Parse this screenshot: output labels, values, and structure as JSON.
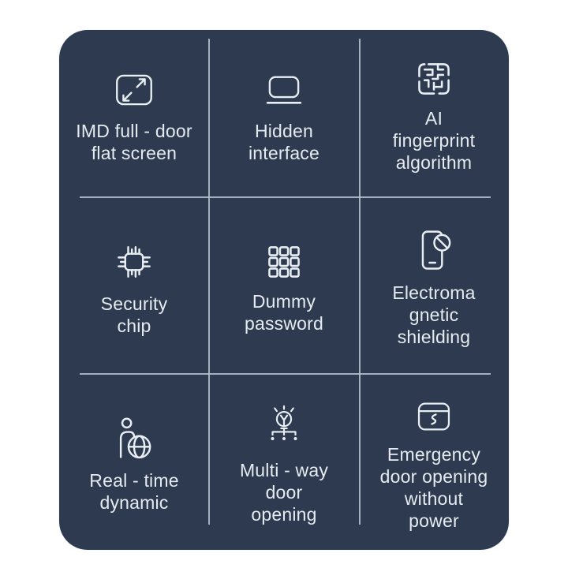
{
  "theme": {
    "page_bg": "#ffffff",
    "card_bg": "#2d3a50",
    "text_color": "#e6ebf0",
    "icon_color": "#e9eef3",
    "divider_color": "#b9c6d0"
  },
  "features": [
    {
      "icon": "expand-screen-icon",
      "label": "IMD full - door\nflat screen"
    },
    {
      "icon": "hidden-interface-icon",
      "label": "Hidden\ninterface"
    },
    {
      "icon": "ai-fingerprint-maze-icon",
      "label": "AI\nfingerprint\nalgorithm"
    },
    {
      "icon": "security-chip-icon",
      "label": "Security\nchip"
    },
    {
      "icon": "keypad-grid-icon",
      "label": "Dummy\npassword"
    },
    {
      "icon": "phone-blocked-icon",
      "label": "Electroma\ngnetic\nshielding"
    },
    {
      "icon": "person-globe-icon",
      "label": "Real - time\ndynamic"
    },
    {
      "icon": "bulb-branches-icon",
      "label": "Multi - way\ndoor\nopening"
    },
    {
      "icon": "powerless-card-icon",
      "label": "Emergency\ndoor opening\nwithout\npower"
    }
  ]
}
